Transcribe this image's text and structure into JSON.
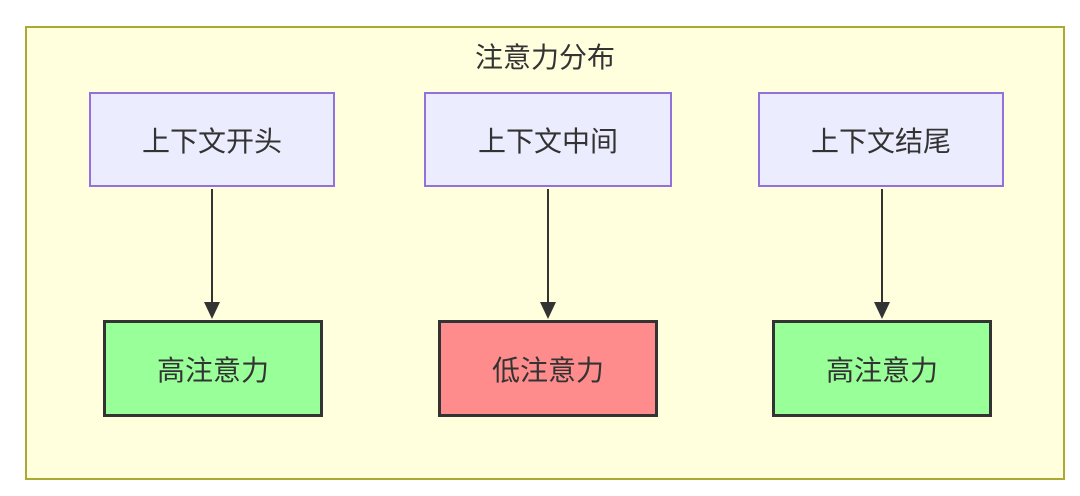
{
  "diagram": {
    "title": "注意力分布",
    "top_nodes": [
      {
        "id": "context-begin",
        "label": "上下文开头"
      },
      {
        "id": "context-middle",
        "label": "上下文中间"
      },
      {
        "id": "context-end",
        "label": "上下文结尾"
      }
    ],
    "bottom_nodes": [
      {
        "id": "attention-left",
        "label": "高注意力",
        "level": "high"
      },
      {
        "id": "attention-center",
        "label": "低注意力",
        "level": "low"
      },
      {
        "id": "attention-right",
        "label": "高注意力",
        "level": "high"
      }
    ],
    "edges": [
      {
        "from": "上下文开头",
        "to": "高注意力"
      },
      {
        "from": "上下文中间",
        "to": "低注意力"
      },
      {
        "from": "上下文结尾",
        "to": "高注意力"
      }
    ],
    "colors": {
      "page_bg": "#ffffff",
      "group_bg": "#ffffde",
      "group_border": "#aaaa33",
      "context_node_bg": "#ececff",
      "context_node_border": "#9370db",
      "high_attention_bg": "#99ff99",
      "low_attention_bg": "#ff8c8c",
      "attention_node_border": "#333333",
      "arrow": "#333333",
      "text": "#333333"
    }
  }
}
